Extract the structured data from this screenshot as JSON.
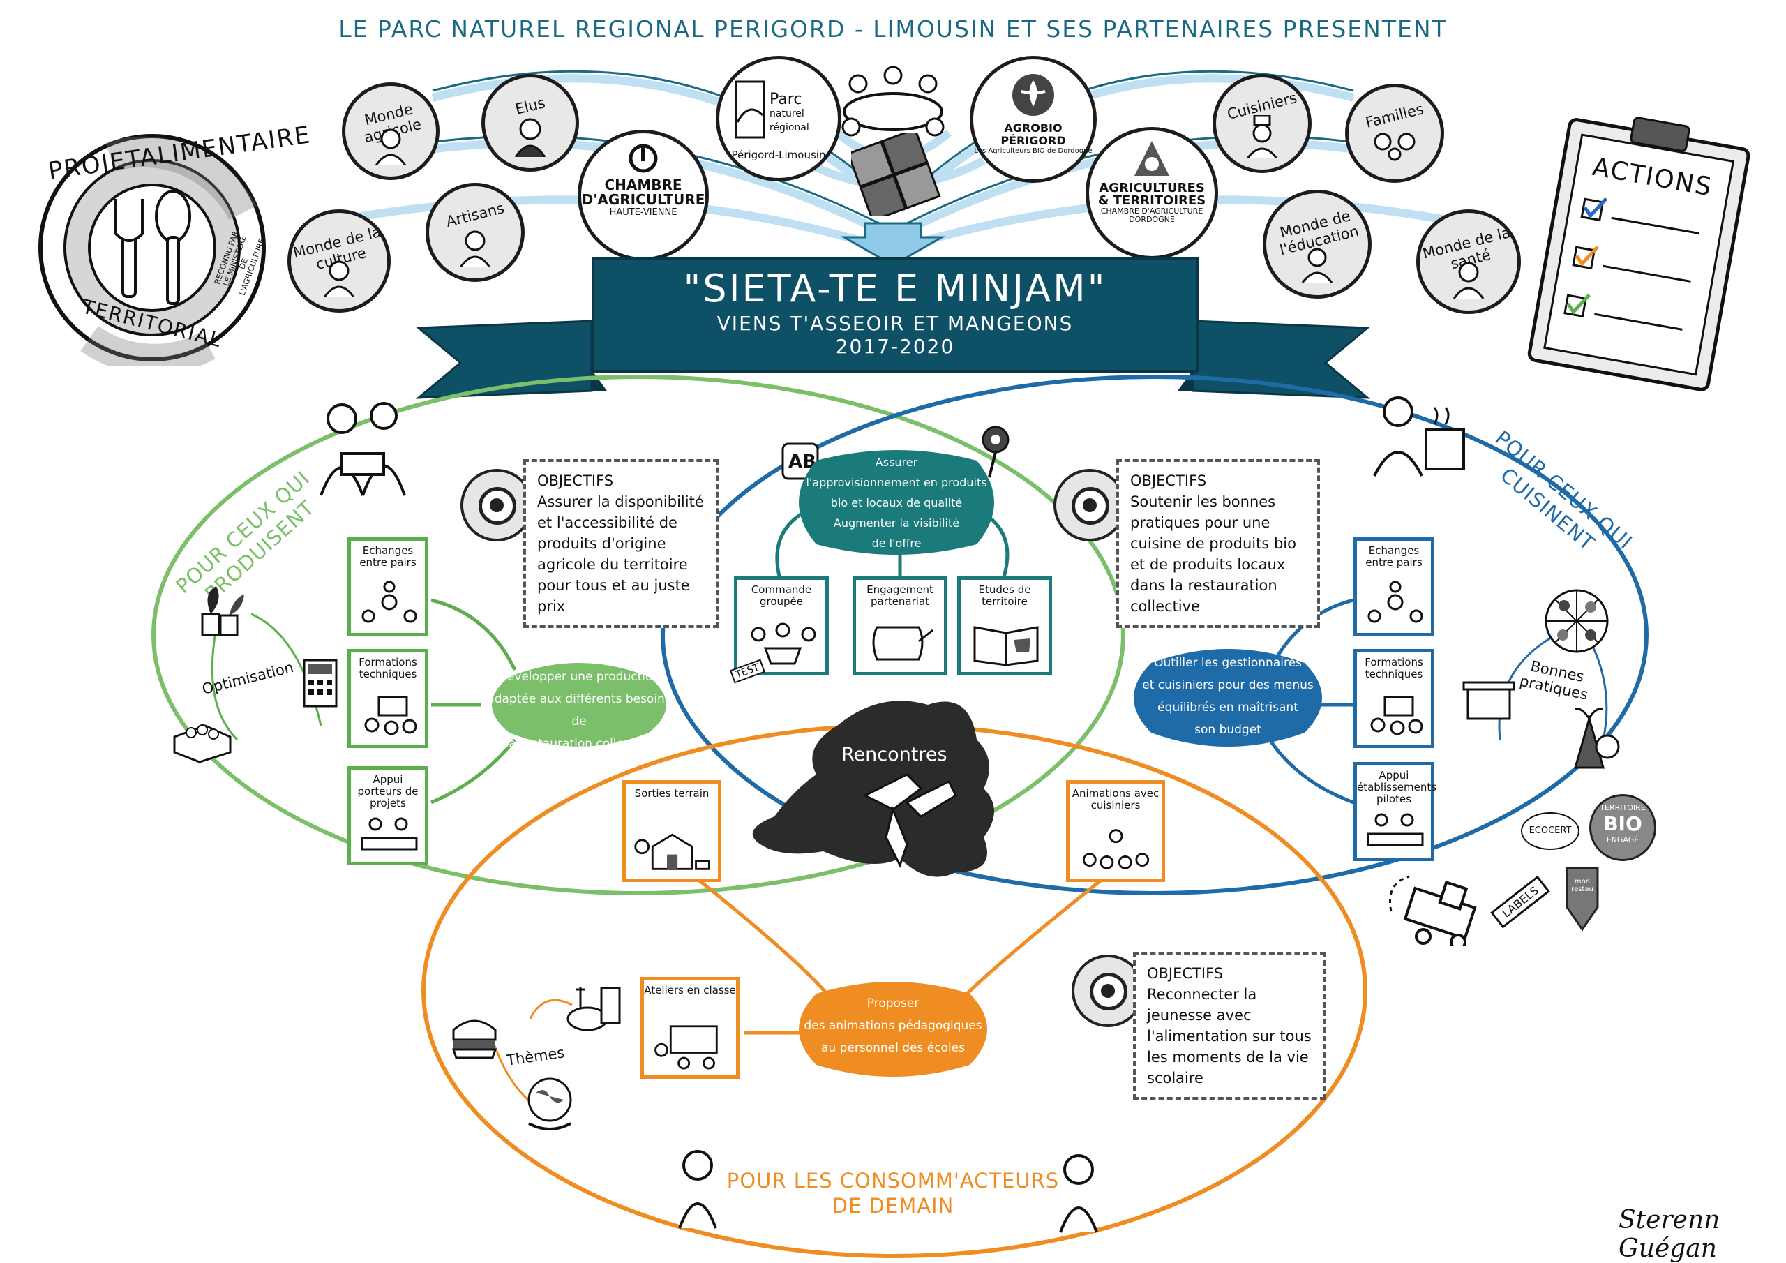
{
  "header": {
    "presenters": "LE PARC NATUREL REGIONAL PERIGORD - LIMOUSIN ET SES PARTENAIRES PRESENTENT"
  },
  "logo_badge": {
    "top": "PROJETALIMENTAIRE",
    "bottom": "TERRITORIAL",
    "side": "RECONNU PAR LE MINISTERE DE L'AGRICULTURE"
  },
  "actors": [
    {
      "label": "Monde agricole"
    },
    {
      "label": "Elus"
    },
    {
      "label": "Monde de la culture"
    },
    {
      "label": "Artisans"
    },
    {
      "label": "Cuisiniers"
    },
    {
      "label": "Familles"
    },
    {
      "label": "Monde de l'éducation"
    },
    {
      "label": "Monde de la santé"
    }
  ],
  "partners": {
    "chambre": {
      "line1": "CHAMBRE",
      "line2": "D'AGRICULTURE",
      "line3": "HAUTE-VIENNE"
    },
    "parc": {
      "line1": "Parc",
      "line2": "naturel",
      "line3": "régional",
      "line4": "Périgord-Limousin"
    },
    "agrobio": {
      "line1": "AGROBIO PÉRIGORD",
      "line2": "Les Agriculteurs BIO de Dordogne"
    },
    "agricultures": {
      "line1": "AGRICULTURES",
      "line2": "& TERRITOIRES",
      "line3": "CHAMBRE D'AGRICULTURE",
      "line4": "DORDOGNE"
    }
  },
  "banner": {
    "title": "\"SIETA-TE E MINJAM\"",
    "subtitle": "VIENS T'ASSEOIR ET MANGEONS",
    "years": "2017-2020"
  },
  "clipboard": {
    "title": "ACTIONS"
  },
  "sections": {
    "producers": {
      "title_line1": "POUR CEUX QUI",
      "title_line2": "PRODUISENT",
      "cycle_label": "Optimisation",
      "objectives": {
        "heading": "OBJECTIFS",
        "lines": [
          "Assurer la disponibilité",
          "et l'accessibilité de",
          "produits d'origine",
          "agricole du territoire",
          "pour tous et au juste",
          "prix"
        ]
      },
      "actions": [
        "Echanges entre pairs",
        "Formations techniques",
        "Appui porteurs de projets"
      ],
      "bubble": [
        "Développer une production",
        "adaptée aux différents besoins de",
        "la restauration collective"
      ]
    },
    "cooks": {
      "title_line1": "POUR CEUX QUI",
      "title_line2": "CUISINENT",
      "cycle_label_line1": "Bonnes",
      "cycle_label_line2": "pratiques",
      "objectives": {
        "heading": "OBJECTIFS",
        "lines": [
          "Soutenir les bonnes",
          "pratiques pour une",
          "cuisine de produits bio",
          "et de produits locaux",
          "dans la restauration",
          "collective"
        ]
      },
      "actions": [
        "Echanges entre pairs",
        "Formations techniques",
        "Appui établissements pilotes"
      ],
      "bubble": [
        "Outiller les gestionnaires",
        "et cuisiniers pour des menus",
        "équilibrés en maîtrisant",
        "son budget"
      ],
      "labels_tag": "LABELS",
      "badges": {
        "ecocert": "ECOCERT",
        "bio": "BIO",
        "territoire": "TERRITOIRE",
        "engage": "ENGAGÉ",
        "monrestau": "mon restau"
      }
    },
    "center": {
      "bubble": [
        "Assurer",
        "l'approvisionnement en produits",
        "bio et locaux de qualité",
        "Augmenter la visibilité",
        "de l'offre"
      ],
      "actions": [
        "Commande groupée",
        "Engagement partenariat",
        "Etudes de territoire"
      ],
      "test_tag": "TEST",
      "meeting": "Rencontres"
    },
    "consumers": {
      "title_line1": "POUR LES CONSOMM'ACTEURS",
      "title_line2": "DE DEMAIN",
      "cycle_label": "Thèmes",
      "objectives": {
        "heading": "OBJECTIFS",
        "lines": [
          "Reconnecter la",
          "jeunesse avec",
          "l'alimentation sur tous",
          "les moments de la vie",
          "scolaire"
        ]
      },
      "actions": [
        "Sorties terrain",
        "Animations avec cuisiniers",
        "Ateliers en classe"
      ],
      "bubble": [
        "Proposer",
        "des animations pédagogiques",
        "au personnel des écoles"
      ]
    }
  },
  "signature": "Sterenn Guégan",
  "colors": {
    "green": "#7bbf6a",
    "blue": "#1f6ba8",
    "orange": "#ef8c22",
    "teal": "#0e5166",
    "header_text": "#1b6a84"
  }
}
